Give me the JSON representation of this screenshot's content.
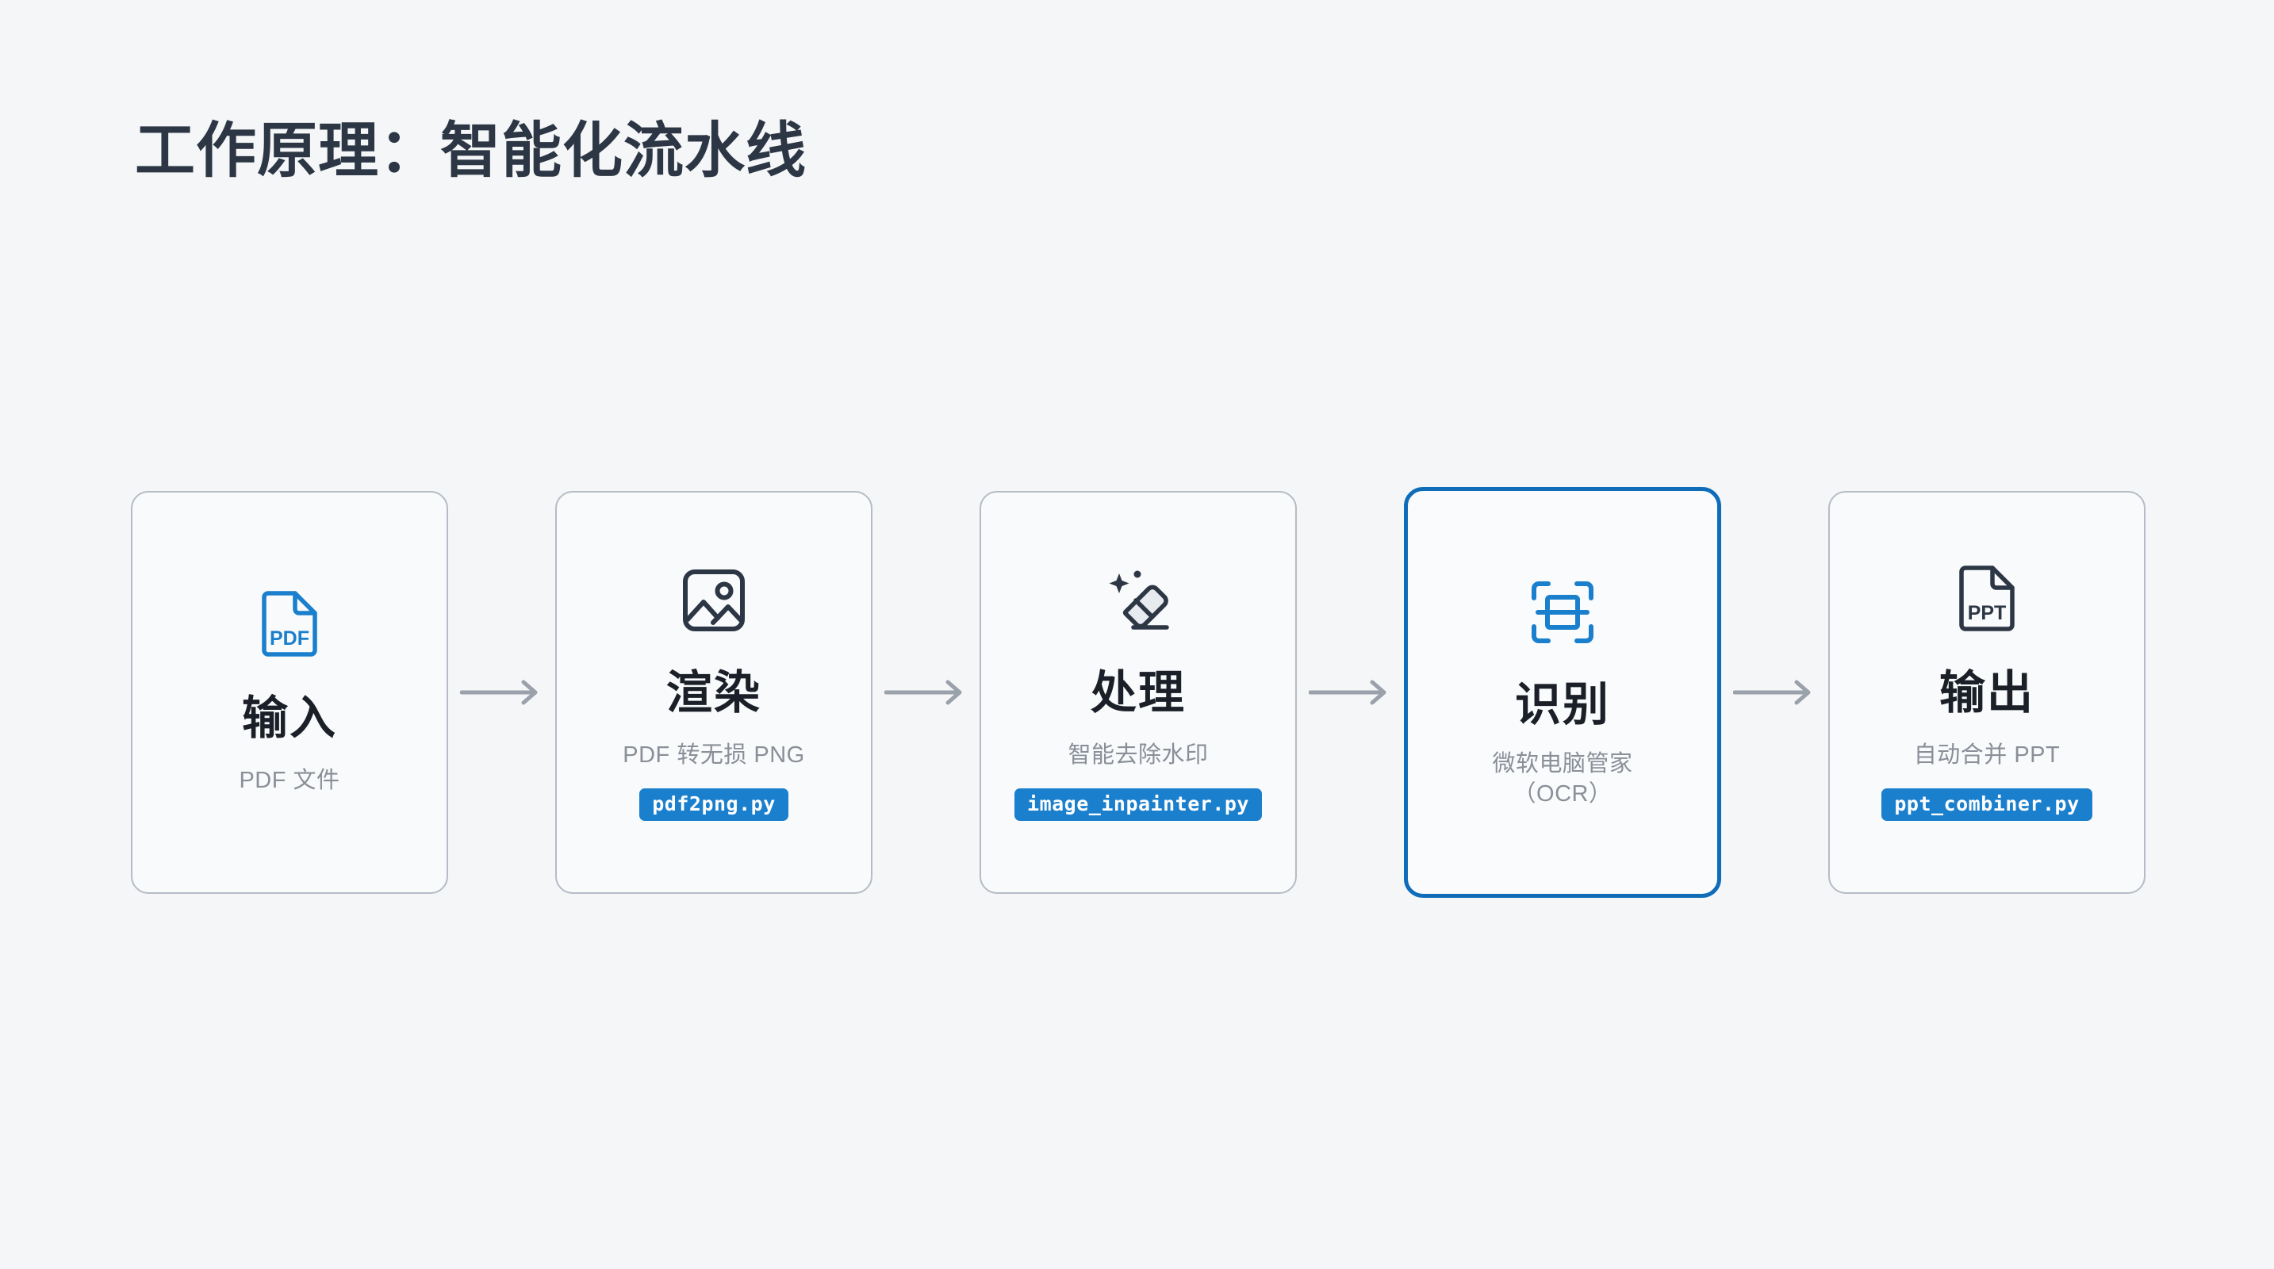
{
  "slide": {
    "title": "工作原理：智能化流水线",
    "background_color": "#f4f6f8",
    "title_color": "#2d3644",
    "accent_color": "#0f6cb8",
    "badge_color": "#1a7fcc",
    "card_border_color": "#b6bcc5",
    "arrow_color": "#9aa1ab"
  },
  "pipeline": {
    "steps": [
      {
        "icon": "pdf-file-icon",
        "title": "输入",
        "subtitle_lines": [
          "PDF 文件"
        ],
        "badge": "",
        "highlighted": false,
        "icon_color": "#1a7fcc"
      },
      {
        "icon": "image-picture-icon",
        "title": "渲染",
        "subtitle_lines": [
          "PDF 转无损 PNG"
        ],
        "badge": "pdf2png.py",
        "highlighted": false,
        "icon_color": "#2d3644"
      },
      {
        "icon": "eraser-sparkle-icon",
        "title": "处理",
        "subtitle_lines": [
          "智能去除水印"
        ],
        "badge": "image_inpainter.py",
        "highlighted": false,
        "icon_color": "#2d3644"
      },
      {
        "icon": "scan-ocr-icon",
        "title": "识别",
        "subtitle_lines": [
          "微软电脑管家",
          "（OCR）"
        ],
        "badge": "",
        "highlighted": true,
        "icon_color": "#1a7fcc"
      },
      {
        "icon": "ppt-file-icon",
        "title": "输出",
        "subtitle_lines": [
          "自动合并 PPT"
        ],
        "badge": "ppt_combiner.py",
        "highlighted": false,
        "icon_color": "#2d3644"
      }
    ],
    "connector_icon": "arrow-right-icon"
  }
}
